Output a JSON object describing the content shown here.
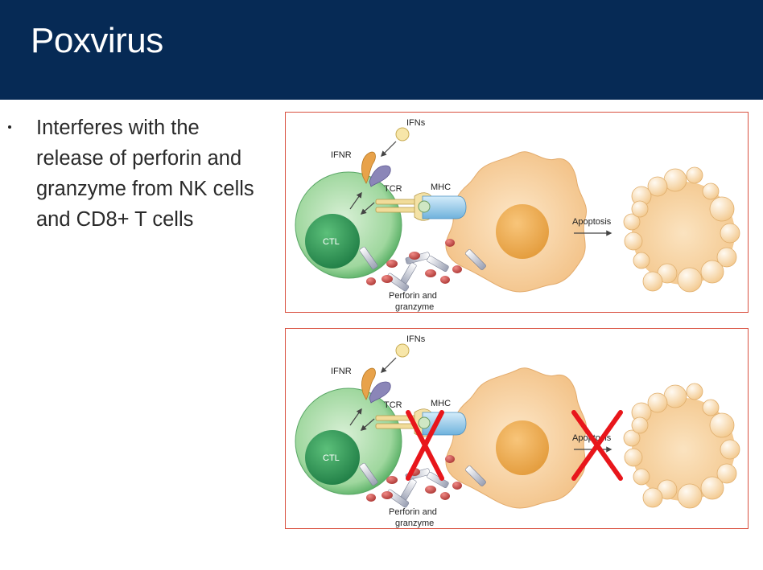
{
  "slide": {
    "title": "Poxvirus"
  },
  "bullets": [
    "Interferes with the release of perforin and granzyme from NK cells and CD8+ T cells"
  ],
  "diagram_labels": {
    "ifns": "IFNs",
    "ifnr": "IFNR",
    "tcr": "TCR",
    "mhc": "MHC",
    "ctl": "CTL",
    "apoptosis": "Apoptosis",
    "perforin_line1": "Perforin and",
    "perforin_line2": "granzyme"
  },
  "panels": [
    {
      "id": "normal",
      "blocked": false
    },
    {
      "id": "blocked",
      "blocked": true
    }
  ],
  "colors": {
    "header": "#062a55",
    "panel_border": "#d9503f",
    "block_mark": "#e8161b",
    "ctl_outer": "#7bc47e",
    "ctl_inner": "#2f9a55",
    "target_cell": "#f6c98f",
    "apoptotic_cell": "#f5d3a6"
  }
}
